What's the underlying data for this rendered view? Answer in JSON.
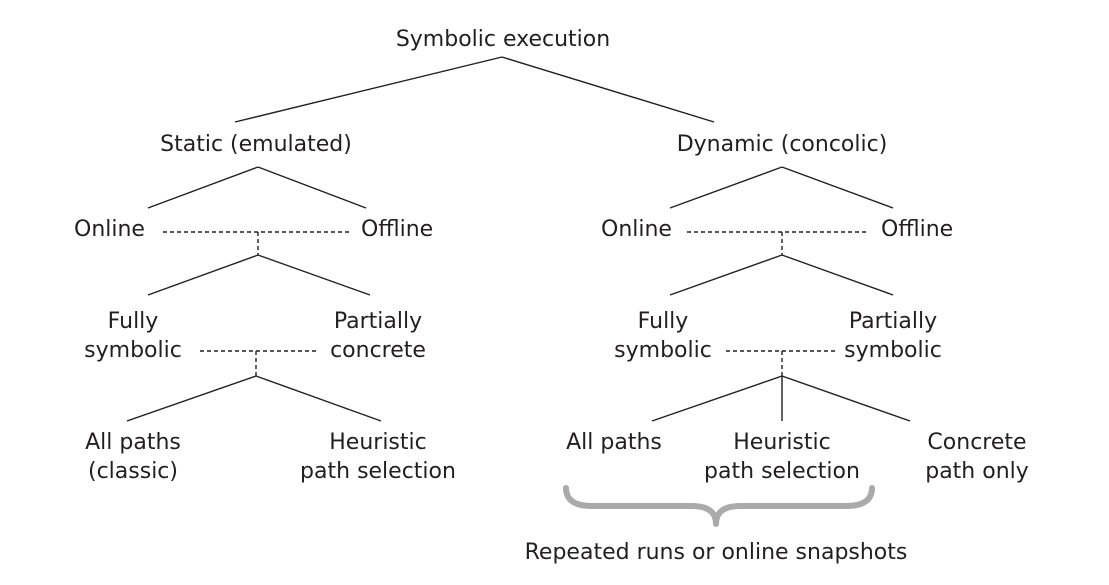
{
  "diagram": {
    "root": "Symbolic execution",
    "static": {
      "title": "Static (emulated)",
      "online": "Online",
      "offline": "Offline",
      "fully": [
        "Fully",
        "symbolic"
      ],
      "partially": [
        "Partially",
        "concrete"
      ],
      "all_paths": [
        "All paths",
        "(classic)"
      ],
      "heuristic": [
        "Heuristic",
        "path selection"
      ]
    },
    "dynamic": {
      "title": "Dynamic (concolic)",
      "online": "Online",
      "offline": "Offline",
      "fully": [
        "Fully",
        "symbolic"
      ],
      "partially": [
        "Partially",
        "symbolic"
      ],
      "all_paths": "All paths",
      "heuristic": [
        "Heuristic",
        "path selection"
      ],
      "concrete": [
        "Concrete",
        "path only"
      ]
    },
    "brace_label": "Repeated runs or online snapshots",
    "colors": {
      "text": "#231f20",
      "line": "#231f20",
      "brace": "#aaaaaa"
    }
  }
}
